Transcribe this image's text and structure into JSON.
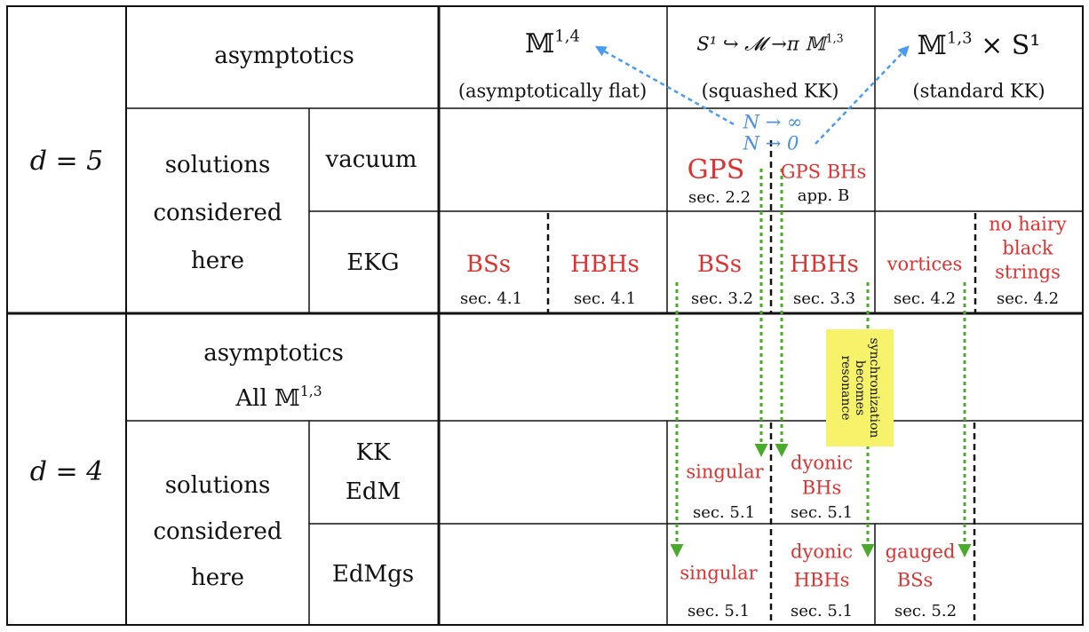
{
  "rows": {
    "d5": {
      "label": "d = 5"
    },
    "d4": {
      "label": "d = 4"
    }
  },
  "headers": {
    "asymptotics": "asymptotics",
    "asymptotics_all_line1": "asymptotics",
    "asymptotics_all_line2": "All 𝕄",
    "asymptotics_all_sup": "1,3",
    "solutions_line1": "solutions",
    "solutions_line2": "considered",
    "solutions_line3": "here"
  },
  "theories": {
    "vacuum": "vacuum",
    "ekg": "EKG",
    "kk_line1": "KK",
    "kk_line2": "EdM",
    "edmgs": "EdMgs"
  },
  "columns": {
    "flat_symbol": "𝕄",
    "flat_sup": "1,4",
    "flat_caption": "(asymptotically flat)",
    "squashed_symbol": "S¹ ↪ 𝓜 →π 𝕄",
    "squashed_sup": "1,3",
    "squashed_caption": "(squashed KK)",
    "standard_symbol": "𝕄",
    "standard_sup": "1,3",
    "standard_tail": " × S¹",
    "standard_caption": "(standard KK)"
  },
  "cells": {
    "gps": "GPS",
    "gps_sec": "sec. 2.2",
    "gps_bhs": "GPS BHs",
    "gps_bhs_sec": "app. B",
    "bss_flat": "BSs",
    "bss_flat_sec": "sec. 4.1",
    "hbhs_flat": "HBHs",
    "hbhs_flat_sec": "sec. 4.1",
    "bss_sq": "BSs",
    "bss_sq_sec": "sec. 3.2",
    "hbhs_sq": "HBHs",
    "hbhs_sq_sec": "sec. 3.3",
    "vortices": "vortices",
    "vortices_sec": "sec. 4.2",
    "nohair_l1": "no hairy",
    "nohair_l2": "black",
    "nohair_l3": "strings",
    "nohair_sec": "sec. 4.2",
    "singular_kk": "singular",
    "singular_kk_sec": "sec. 5.1",
    "dyonic_bh_l1": "dyonic",
    "dyonic_bh_l2": "BHs",
    "dyonic_bh_sec": "sec. 5.1",
    "singular_gs": "singular",
    "singular_gs_sec": "sec. 5.1",
    "dyonic_hbh_l1": "dyonic",
    "dyonic_hbh_l2": "HBHs",
    "dyonic_hbh_sec": "sec. 5.1",
    "gauged_l1": "gauged",
    "gauged_l2": "BSs",
    "gauged_sec": "sec. 5.2"
  },
  "limits": {
    "n_inf": "N → ∞",
    "n_zero": "N → 0"
  },
  "note": {
    "line1": "synchronization",
    "line2": "becomes",
    "line3": "resonance"
  },
  "colors": {
    "red": "#e03030",
    "blue_arrow": "#4a9cf0",
    "green_arrow": "#4aaa2a",
    "highlight": "#f6f26a"
  }
}
